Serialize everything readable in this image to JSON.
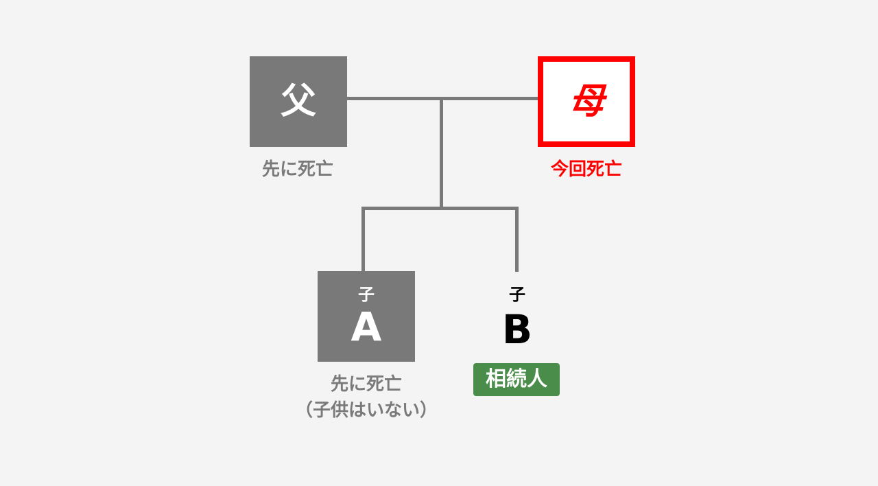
{
  "father": {
    "name": "父",
    "status": "先に死亡"
  },
  "mother": {
    "name": "母",
    "status": "今回死亡"
  },
  "child_a": {
    "role": "子",
    "name": "A",
    "status_line1": "先に死亡",
    "status_line2": "（子供はいない）"
  },
  "child_b": {
    "role": "子",
    "name": "B",
    "badge": "相続人"
  },
  "colors": {
    "deceased_box": "#797979",
    "target_border": "#ff0000",
    "heir_badge": "#4a8c4a",
    "background": "#f3f4f3"
  }
}
